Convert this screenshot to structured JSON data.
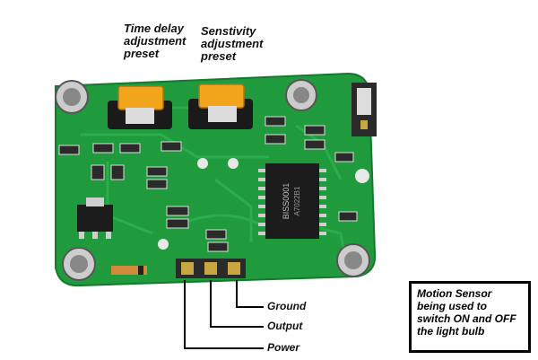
{
  "labels": {
    "time_delay": [
      "Time delay",
      "adjustment",
      "preset"
    ],
    "sensitivity": [
      "Senstivity",
      "adjustment",
      "preset"
    ],
    "pins": {
      "ground": "Ground",
      "output": "Output",
      "power": "Power"
    },
    "caption": [
      "Motion Sensor",
      "being used to",
      "switch ON and OFF",
      "the light bulb"
    ],
    "chip_text": [
      "BISS0001",
      "A7022B1"
    ]
  },
  "colors": {
    "board": "#1f9a3c",
    "board_dark": "#157a2c",
    "trace": "#2fb24f",
    "preset": "#f2a51a",
    "chip": "#1c1c1c",
    "pin": "#2a2a2a"
  }
}
